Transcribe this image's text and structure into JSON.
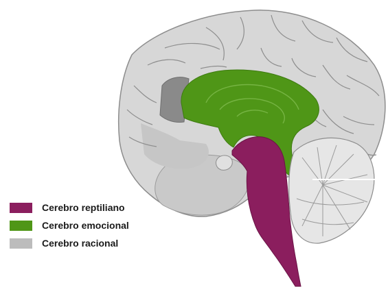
{
  "legend": {
    "items": [
      {
        "label": "Cerebro reptiliano",
        "color": "#8b1e5e"
      },
      {
        "label": "Cerebro emocional",
        "color": "#4f9617"
      },
      {
        "label": "Cerebro racional",
        "color": "#bcbcbc"
      }
    ]
  },
  "colors": {
    "cortex": "#d7d7d7",
    "cortex_shadow": "#c2c2c2",
    "cortex_lines": "#8d8d8d",
    "dark_region": "#8a8a8a",
    "cerebellum": "#e6e6e6",
    "emotional": "#4f9617",
    "reptilian": "#8b1e5e"
  }
}
